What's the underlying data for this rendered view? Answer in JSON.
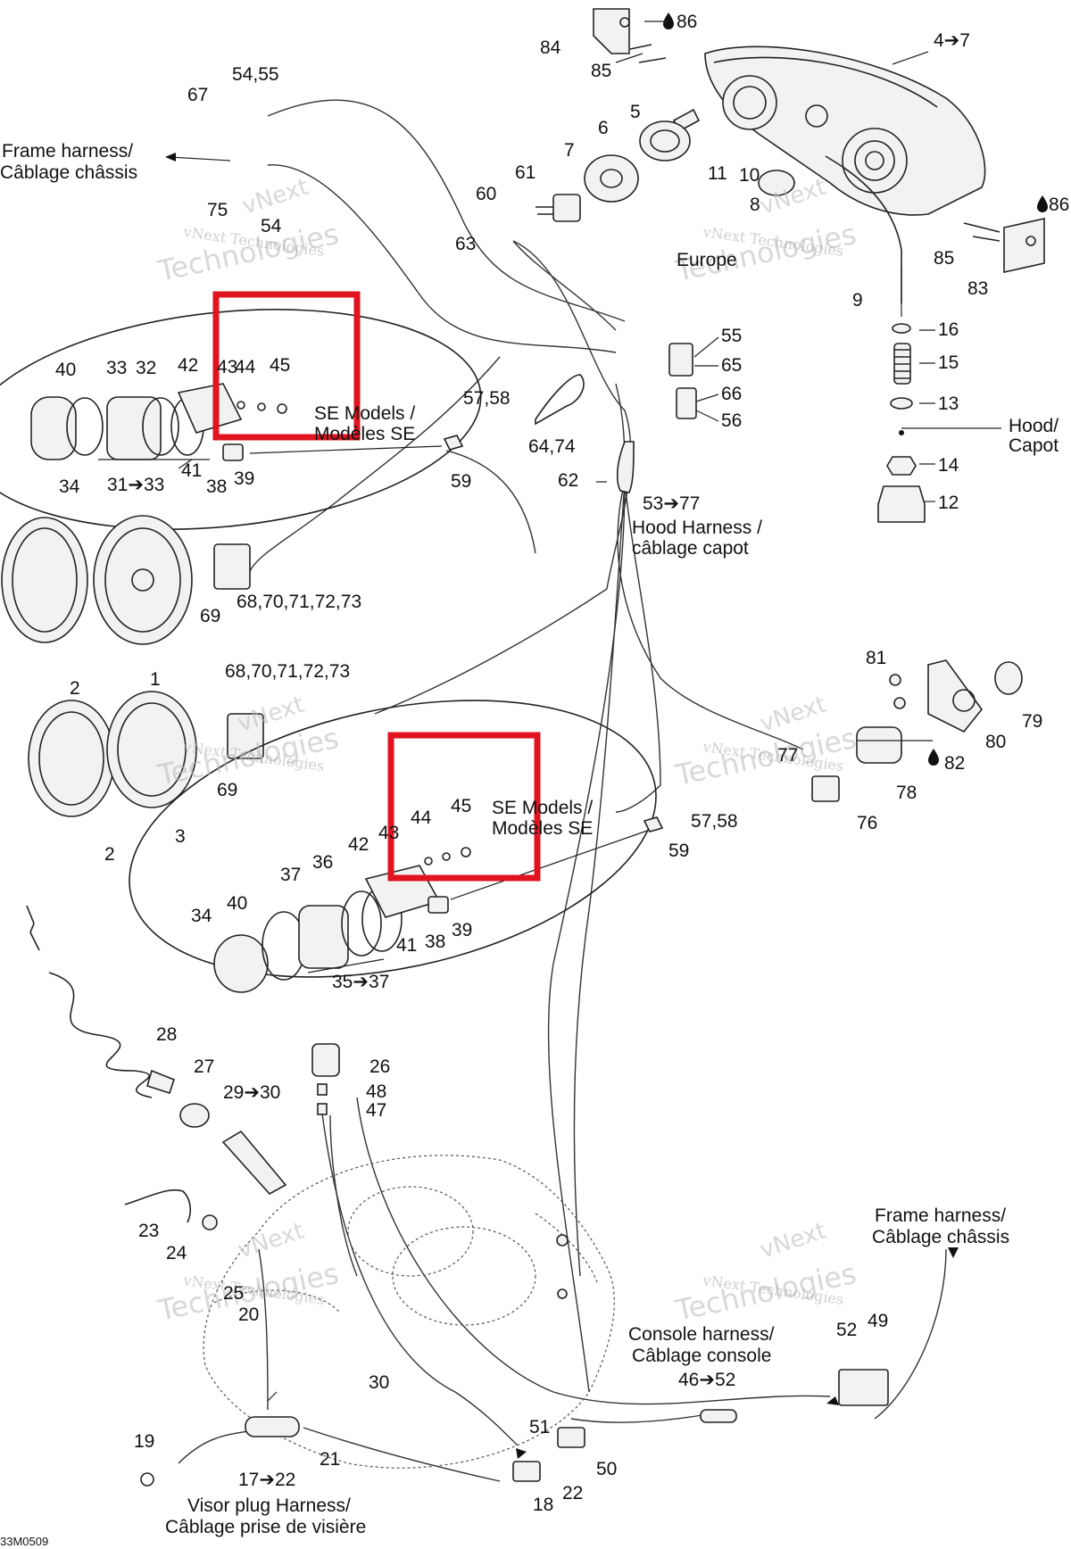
{
  "labels": {
    "frame_harness_top": [
      "Frame harness/",
      "Câblage châssis"
    ],
    "frame_harness_bottom": [
      "Frame harness/",
      "Câblage châssis"
    ],
    "hood_harness": [
      "Hood Harness /",
      "câblage capot"
    ],
    "hood_capot": [
      "Hood/",
      "Capot"
    ],
    "se_models_top": [
      "SE Models /",
      "Modèles SE"
    ],
    "se_models_bottom": [
      "SE Models /",
      "Modèles SE"
    ],
    "console_harness": [
      "Console harness/",
      "Câblage console"
    ],
    "visor_plug": [
      "Visor plug Harness/",
      "Câblage prise de visière"
    ],
    "europe": "Europe",
    "figure_code": "33M0509"
  },
  "parts": {
    "p54_55": "54,55",
    "p67": "67",
    "p75": "75",
    "p54": "54",
    "p84": "84",
    "p86a": "86",
    "p85a": "85",
    "p4_7": "4➔7",
    "p5": "5",
    "p6": "6",
    "p7": "7",
    "p61": "61",
    "p60": "60",
    "p11": "11",
    "p10": "10",
    "p8": "8",
    "p63": "63",
    "p86b": "86",
    "p85b": "85",
    "p83": "83",
    "p9": "9",
    "p16": "16",
    "p15": "15",
    "p13": "13",
    "p14": "14",
    "p12": "12",
    "p55": "55",
    "p65": "65",
    "p66": "66",
    "p56": "56",
    "p40a": "40",
    "p33a": "33",
    "p32": "32",
    "p42a": "42",
    "p43a": "43",
    "p44a": "44",
    "p45a": "45",
    "p57_58a": "57,58",
    "p64_74": "64,74",
    "p34a": "34",
    "p31_33": "31➔33",
    "p41a": "41",
    "p38a": "38",
    "p39a": "39",
    "p59a": "59",
    "p62": "62",
    "p53_77": "53➔77",
    "p69a": "69",
    "p68a": "68,70,71,72,73",
    "p2a": "2",
    "p1": "1",
    "p68b": "68,70,71,72,73",
    "p69b": "69",
    "p3": "3",
    "p2b": "2",
    "p81": "81",
    "p79": "79",
    "p80": "80",
    "p77": "77",
    "p82": "82",
    "p78": "78",
    "p76": "76",
    "p44b": "44",
    "p45b": "45",
    "p43b": "43",
    "p42b": "42",
    "p36": "36",
    "p37": "37",
    "p40b": "40",
    "p34b": "34",
    "p41b": "41",
    "p38b": "38",
    "p39b": "39",
    "p35_37": "35➔37",
    "p57_58b": "57,58",
    "p59b": "59",
    "p28": "28",
    "p27": "27",
    "p29_30": "29➔30",
    "p26": "26",
    "p48": "48",
    "p47": "47",
    "p23": "23",
    "p24": "24",
    "p25": "25",
    "p20": "20",
    "p52": "52",
    "p49": "49",
    "p46_52": "46➔52",
    "p30": "30",
    "p51": "51",
    "p50": "50",
    "p19": "19",
    "p21": "21",
    "p17_22": "17➔22",
    "p18": "18",
    "p22": "22"
  },
  "watermark": {
    "line1": "vNext",
    "line2": "vNext Technologies",
    "line3": "Technologies"
  },
  "colors": {
    "highlight": "#e0131f",
    "line": "#222222",
    "watermark": "#b9b9b9"
  }
}
